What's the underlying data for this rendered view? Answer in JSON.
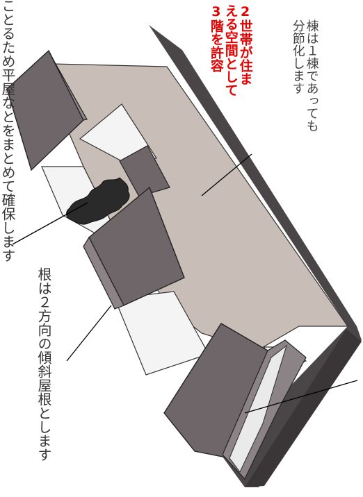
{
  "labels": {
    "multigen": {
      "line1": "2世帯が住ま",
      "line2": "える空間として",
      "line3": "3階を許容"
    },
    "split": {
      "line1": "棟は１棟であっても",
      "line2": "分節化します"
    },
    "roof": "根は２方向の傾斜屋根とします",
    "top_partial": "ことるため平屋なとをまとめて確保します"
  },
  "colors": {
    "accent_red": "#e60000",
    "wall_light": "#c8beb7",
    "roof_dark": "#6f6669",
    "roof_mid": "#8c8386",
    "ground": "#4a4648",
    "white_face": "#f4f4f4"
  },
  "icons": {
    "tree": "tree-icon"
  }
}
